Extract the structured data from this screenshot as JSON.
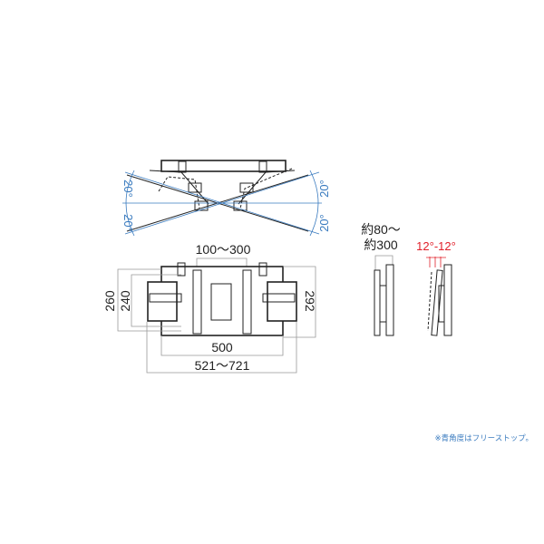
{
  "top_view": {
    "angle_left_upper": "20°",
    "angle_left_lower": "20°",
    "angle_right_upper": "20°",
    "angle_right_lower": "20°"
  },
  "front_view": {
    "vesa_width": "100～300",
    "height_outer": "260",
    "height_inner": "240",
    "height_right": "292",
    "width_plate": "500",
    "width_extended": "521～721"
  },
  "side_view": {
    "depth_line1": "約80～",
    "depth_line2": "約300",
    "tilt": "12°-12°"
  },
  "note": "※青角度はフリーストップ。",
  "colors": {
    "angle_blue": "#3a7bbf",
    "tilt_red": "#e0202a"
  }
}
